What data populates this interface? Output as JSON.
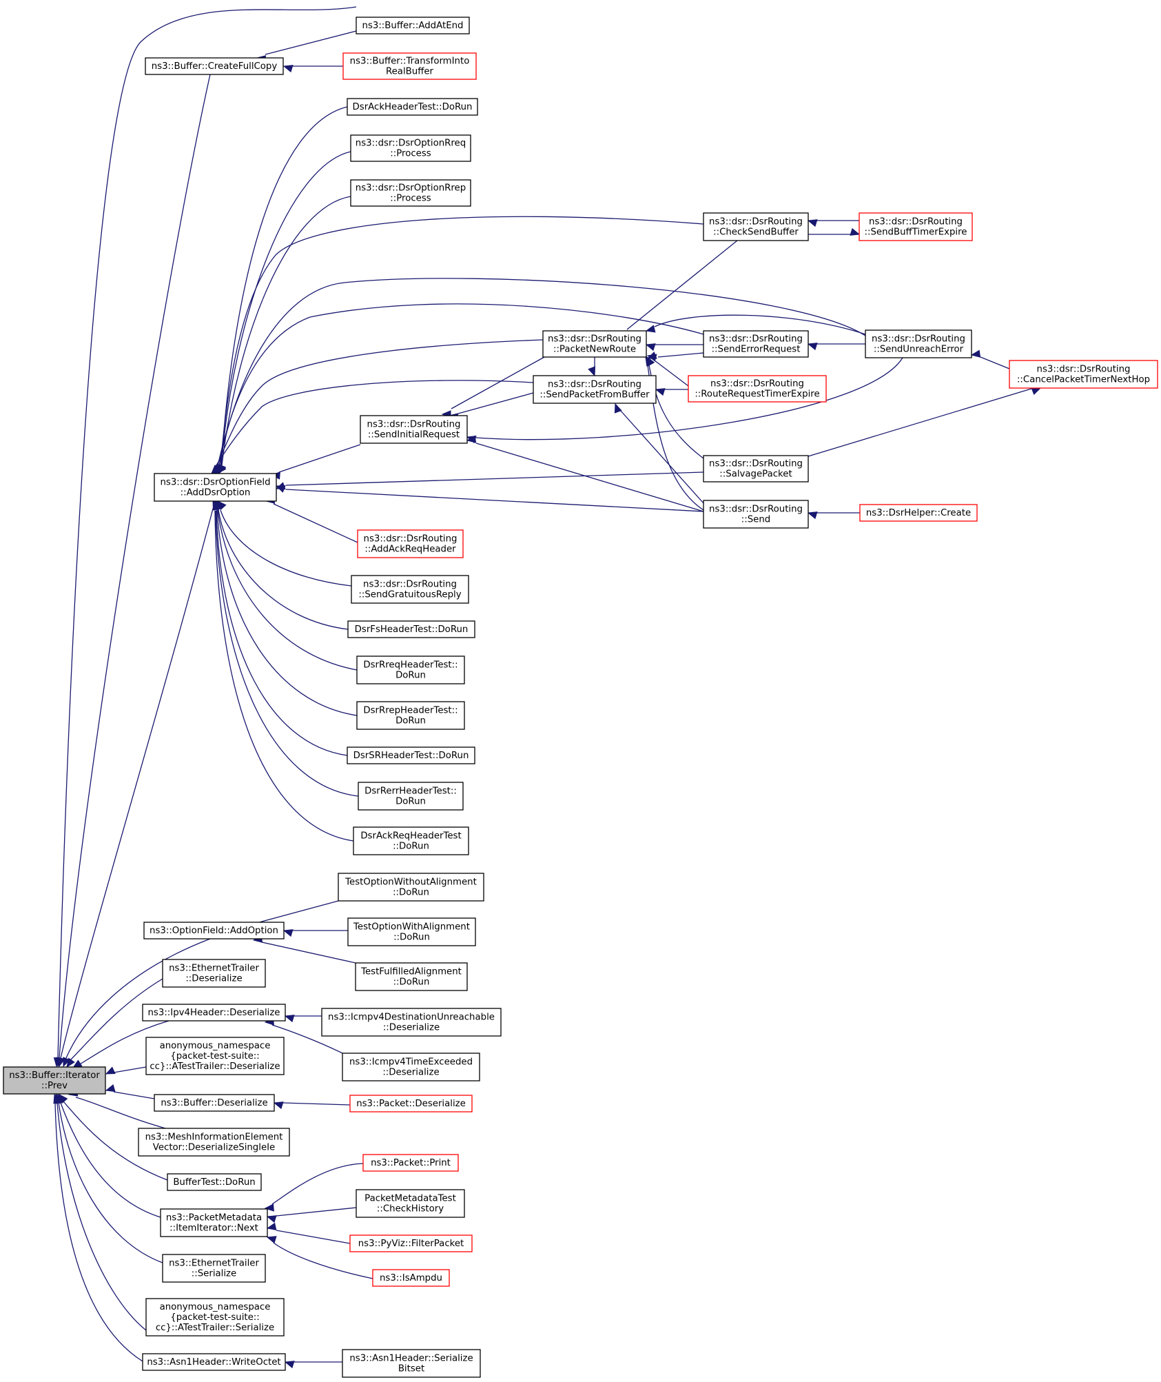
{
  "graph": {
    "root": "prev",
    "nodes": [
      {
        "id": "prev",
        "lines": [
          "ns3::Buffer::Iterator",
          "::Prev"
        ],
        "root": true
      },
      {
        "id": "addatend",
        "lines": [
          "ns3::Buffer::AddAtEnd"
        ]
      },
      {
        "id": "createfullcopy",
        "lines": [
          "ns3::Buffer::CreateFullCopy"
        ]
      },
      {
        "id": "transform",
        "lines": [
          "ns3::Buffer::TransformInto",
          "RealBuffer"
        ],
        "truncated": true
      },
      {
        "id": "ackdorun",
        "lines": [
          "DsrAckHeaderTest::DoRun"
        ]
      },
      {
        "id": "rreqproc",
        "lines": [
          "ns3::dsr::DsrOptionRreq",
          "::Process"
        ]
      },
      {
        "id": "rrepproc",
        "lines": [
          "ns3::dsr::DsrOptionRrep",
          "::Process"
        ]
      },
      {
        "id": "checksend",
        "lines": [
          "ns3::dsr::DsrRouting",
          "::CheckSendBuffer"
        ]
      },
      {
        "id": "sendbufftimer",
        "lines": [
          "ns3::dsr::DsrRouting",
          "::SendBuffTimerExpire"
        ],
        "truncated": true
      },
      {
        "id": "packetnewroute",
        "lines": [
          "ns3::dsr::DsrRouting",
          "::PacketNewRoute"
        ]
      },
      {
        "id": "senderrorreq",
        "lines": [
          "ns3::dsr::DsrRouting",
          "::SendErrorRequest"
        ]
      },
      {
        "id": "sendunreach",
        "lines": [
          "ns3::dsr::DsrRouting",
          "::SendUnreachError"
        ]
      },
      {
        "id": "cancelpacket",
        "lines": [
          "ns3::dsr::DsrRouting",
          "::CancelPacketTimerNextHop"
        ],
        "truncated": true
      },
      {
        "id": "sendpktbuf",
        "lines": [
          "ns3::dsr::DsrRouting",
          "::SendPacketFromBuffer"
        ]
      },
      {
        "id": "routereqtimer",
        "lines": [
          "ns3::dsr::DsrRouting",
          "::RouteRequestTimerExpire"
        ],
        "truncated": true
      },
      {
        "id": "sendinitreq",
        "lines": [
          "ns3::dsr::DsrRouting",
          "::SendInitialRequest"
        ]
      },
      {
        "id": "salvage",
        "lines": [
          "ns3::dsr::DsrRouting",
          "::SalvagePacket"
        ]
      },
      {
        "id": "adddsroption",
        "lines": [
          "ns3::dsr::DsrOptionField",
          "::AddDsrOption"
        ]
      },
      {
        "id": "send",
        "lines": [
          "ns3::dsr::DsrRouting",
          "::Send"
        ]
      },
      {
        "id": "dsrhelper",
        "lines": [
          "ns3::DsrHelper::Create"
        ],
        "truncated": true
      },
      {
        "id": "addackreq",
        "lines": [
          "ns3::dsr::DsrRouting",
          "::AddAckReqHeader"
        ],
        "truncated": true
      },
      {
        "id": "sendgrat",
        "lines": [
          "ns3::dsr::DsrRouting",
          "::SendGratuitousReply"
        ]
      },
      {
        "id": "fsdorun",
        "lines": [
          "DsrFsHeaderTest::DoRun"
        ]
      },
      {
        "id": "rreqdorun",
        "lines": [
          "DsrRreqHeaderTest::",
          "DoRun"
        ]
      },
      {
        "id": "rrepdorun",
        "lines": [
          "DsrRrepHeaderTest::",
          "DoRun"
        ]
      },
      {
        "id": "srdorun",
        "lines": [
          "DsrSRHeaderTest::DoRun"
        ]
      },
      {
        "id": "rerrdorun",
        "lines": [
          "DsrRerrHeaderTest::",
          "DoRun"
        ]
      },
      {
        "id": "ackreqdorun",
        "lines": [
          "DsrAckReqHeaderTest",
          "::DoRun"
        ]
      },
      {
        "id": "testoptwo",
        "lines": [
          "TestOptionWithoutAlignment",
          "::DoRun"
        ]
      },
      {
        "id": "addoption",
        "lines": [
          "ns3::OptionField::AddOption"
        ]
      },
      {
        "id": "testoptw",
        "lines": [
          "TestOptionWithAlignment",
          "::DoRun"
        ]
      },
      {
        "id": "testfulfilled",
        "lines": [
          "TestFulfilledAlignment",
          "::DoRun"
        ]
      },
      {
        "id": "ethdeser",
        "lines": [
          "ns3::EthernetTrailer",
          "::Deserialize"
        ]
      },
      {
        "id": "ipv4deser",
        "lines": [
          "ns3::Ipv4Header::Deserialize"
        ]
      },
      {
        "id": "icmpdest",
        "lines": [
          "ns3::Icmpv4DestinationUnreachable",
          "::Deserialize"
        ]
      },
      {
        "id": "icmptime",
        "lines": [
          "ns3::Icmpv4TimeExceeded",
          "::Deserialize"
        ]
      },
      {
        "id": "anondeser",
        "lines": [
          "anonymous_namespace",
          "{packet-test-suite::",
          "cc}::ATestTrailer::Deserialize"
        ]
      },
      {
        "id": "bufdeser",
        "lines": [
          "ns3::Buffer::Deserialize"
        ]
      },
      {
        "id": "pktdeser",
        "lines": [
          "ns3::Packet::Deserialize"
        ],
        "truncated": true
      },
      {
        "id": "meshdeser",
        "lines": [
          "ns3::MeshInformationElement",
          "Vector::DeserializeSingleIe"
        ]
      },
      {
        "id": "buftest",
        "lines": [
          "BufferTest::DoRun"
        ]
      },
      {
        "id": "pktprint",
        "lines": [
          "ns3::Packet::Print"
        ],
        "truncated": true
      },
      {
        "id": "itemnext",
        "lines": [
          "ns3::PacketMetadata",
          "::ItemIterator::Next"
        ]
      },
      {
        "id": "checkhist",
        "lines": [
          "PacketMetadataTest",
          "::CheckHistory"
        ]
      },
      {
        "id": "filterpkt",
        "lines": [
          "ns3::PyViz::FilterPacket"
        ],
        "truncated": true
      },
      {
        "id": "isampdu",
        "lines": [
          "ns3::IsAmpdu"
        ],
        "truncated": true
      },
      {
        "id": "ethser",
        "lines": [
          "ns3::EthernetTrailer",
          "::Serialize"
        ]
      },
      {
        "id": "anonser",
        "lines": [
          "anonymous_namespace",
          "{packet-test-suite::",
          "cc}::ATestTrailer::Serialize"
        ]
      },
      {
        "id": "writeoctet",
        "lines": [
          "ns3::Asn1Header::WriteOctet"
        ]
      },
      {
        "id": "serbitset",
        "lines": [
          "ns3::Asn1Header::Serialize",
          "Bitset"
        ]
      }
    ]
  }
}
